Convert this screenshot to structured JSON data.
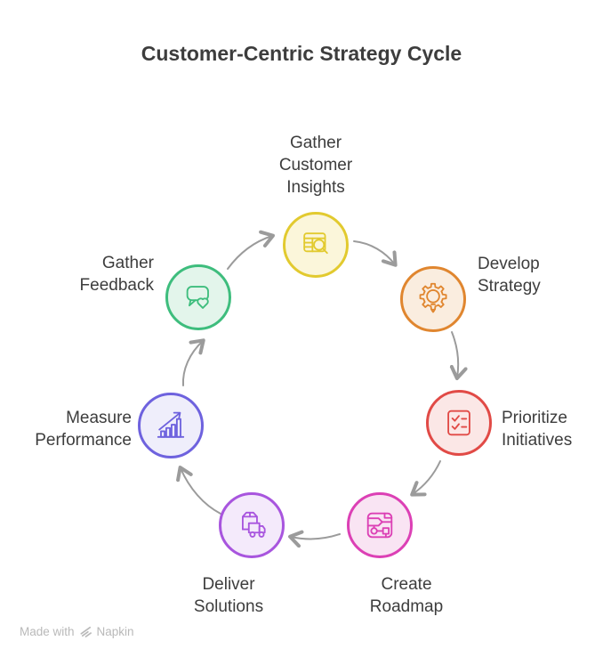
{
  "title": "Customer-Centric Strategy Cycle",
  "diagram_type": "cycle",
  "colors": {
    "background": "#FFFFFF",
    "text": "#3D3D3D",
    "arrow": "#9B9B9B",
    "watermark": "#B9B9B9"
  },
  "nodes": [
    {
      "id": "gather-customer-insights",
      "label": "Gather\nCustomer\nInsights",
      "icon": "table-search-icon",
      "stroke": "#E2CA2F",
      "fill": "#FBF6DA"
    },
    {
      "id": "develop-strategy",
      "label": "Develop\nStrategy",
      "icon": "gear-lightbulb-icon",
      "stroke": "#E0862F",
      "fill": "#FAEDDF"
    },
    {
      "id": "prioritize-initiatives",
      "label": "Prioritize\nInitiatives",
      "icon": "checklist-icon",
      "stroke": "#E14A46",
      "fill": "#FBE7E6"
    },
    {
      "id": "create-roadmap",
      "label": "Create\nRoadmap",
      "icon": "roadmap-icon",
      "stroke": "#DC40B5",
      "fill": "#F9E4F3"
    },
    {
      "id": "deliver-solutions",
      "label": "Deliver\nSolutions",
      "icon": "delivery-truck-icon",
      "stroke": "#A855DE",
      "fill": "#F4EAFB"
    },
    {
      "id": "measure-performance",
      "label": "Measure\nPerformance",
      "icon": "bar-chart-growth-icon",
      "stroke": "#6E62DE",
      "fill": "#EFEEFB"
    },
    {
      "id": "gather-feedback",
      "label": "Gather\nFeedback",
      "icon": "chat-heart-icon",
      "stroke": "#3EBD7D",
      "fill": "#E3F5EB"
    }
  ],
  "arrows": [
    "gather-feedback -> gather-customer-insights",
    "gather-customer-insights -> develop-strategy",
    "develop-strategy -> prioritize-initiatives",
    "prioritize-initiatives -> create-roadmap",
    "create-roadmap -> deliver-solutions",
    "deliver-solutions -> measure-performance",
    "measure-performance -> gather-feedback"
  ],
  "watermark": {
    "prefix": "Made with",
    "brand": "Napkin",
    "logo": "napkin-logo-icon"
  }
}
